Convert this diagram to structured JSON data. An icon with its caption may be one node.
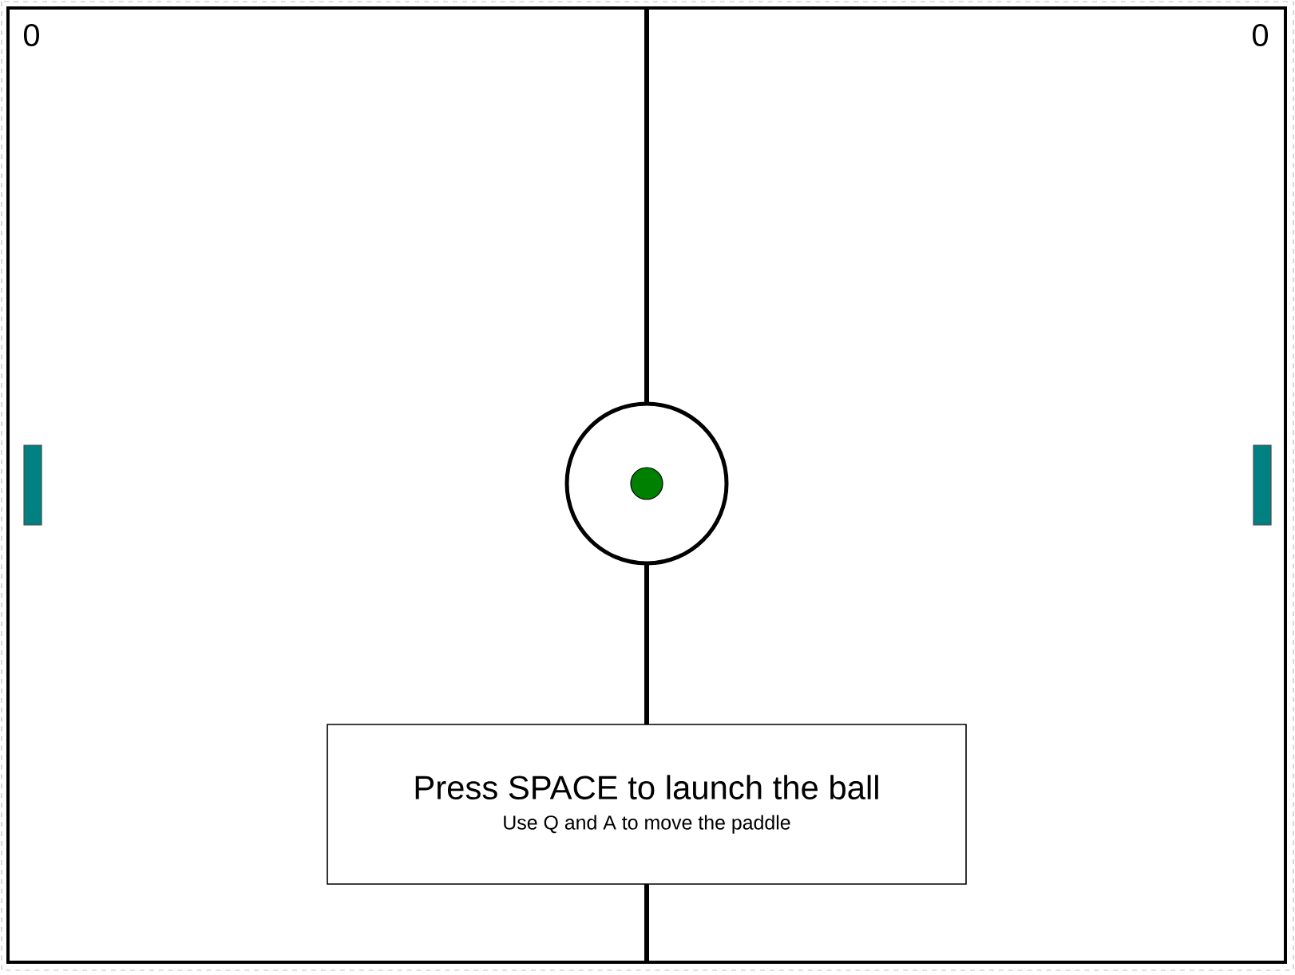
{
  "diagram": {
    "nodes": [
      {
        "text": [
          "Press SPACE to launch the ball",
          "Use Q and A to move the paddle"
        ]
      }
    ],
    "labels": [
      "0",
      "0"
    ]
  }
}
